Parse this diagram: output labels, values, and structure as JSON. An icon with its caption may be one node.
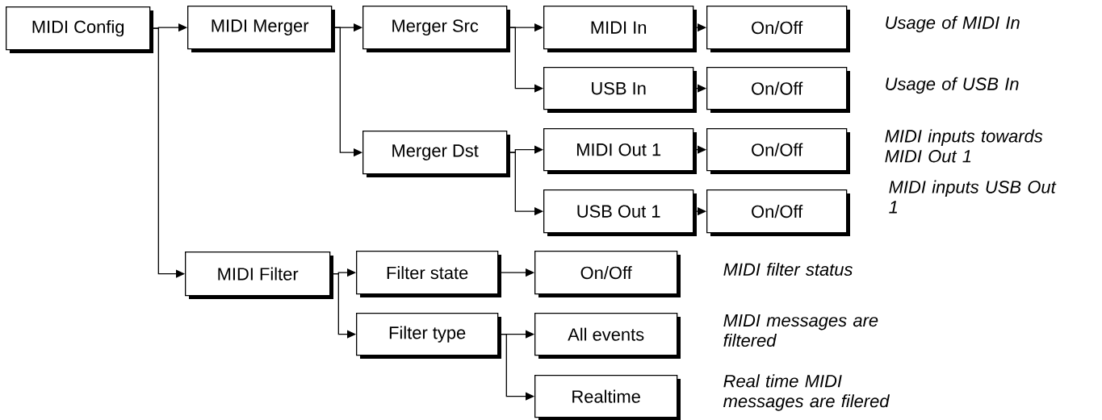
{
  "diagram": {
    "nodes": [
      {
        "text": [
          "MIDI Config"
        ]
      },
      {
        "text": [
          "MIDI Merger"
        ]
      },
      {
        "text": [
          "Merger Src"
        ]
      },
      {
        "text": [
          "MIDI In"
        ]
      },
      {
        "text": [
          "On/Off"
        ],
        "beside": [
          "Usage of MIDI In"
        ]
      },
      {
        "text": [
          "USB In"
        ]
      },
      {
        "text": [
          "On/Off"
        ],
        "beside": [
          "Usage of USB In"
        ]
      },
      {
        "text": [
          "Merger Dst"
        ]
      },
      {
        "text": [
          "MIDI Out 1"
        ]
      },
      {
        "text": [
          "On/Off"
        ],
        "beside": [
          "MIDI inputs towards MIDI Out 1"
        ]
      },
      {
        "text": [
          "USB Out 1"
        ]
      },
      {
        "text": [
          "On/Off"
        ],
        "beside": [
          "MIDI inputs USB Out 1"
        ]
      },
      {
        "text": [
          "MIDI Filter"
        ]
      },
      {
        "text": [
          "Filter state"
        ]
      },
      {
        "text": [
          "On/Off"
        ],
        "beside": [
          "MIDI filter status"
        ]
      },
      {
        "text": [
          "Filter type"
        ]
      },
      {
        "text": [
          "All events"
        ],
        "beside": [
          "MIDI messages are filtered"
        ]
      },
      {
        "text": [
          "Realtime"
        ],
        "beside": [
          "Real time MIDI messages are filered"
        ]
      }
    ],
    "edges": [
      {
        "from": 0,
        "to": 1,
        "arrow": "to"
      },
      {
        "from": 0,
        "to": 12,
        "arrow": "to"
      },
      {
        "from": 1,
        "to": 2,
        "arrow": "to"
      },
      {
        "from": 1,
        "to": 7,
        "arrow": "to"
      },
      {
        "from": 2,
        "to": 3,
        "arrow": "to"
      },
      {
        "from": 2,
        "to": 5,
        "arrow": "to"
      },
      {
        "from": 3,
        "to": 4,
        "arrow": "to"
      },
      {
        "from": 5,
        "to": 6,
        "arrow": "to"
      },
      {
        "from": 7,
        "to": 8,
        "arrow": "to"
      },
      {
        "from": 7,
        "to": 10,
        "arrow": "to"
      },
      {
        "from": 8,
        "to": 9,
        "arrow": "to"
      },
      {
        "from": 10,
        "to": 11,
        "arrow": "to"
      },
      {
        "from": 12,
        "to": 13,
        "arrow": "to"
      },
      {
        "from": 12,
        "to": 15,
        "arrow": "to"
      },
      {
        "from": 13,
        "to": 14,
        "arrow": "to"
      },
      {
        "from": 15,
        "to": 16,
        "arrow": "to"
      },
      {
        "from": 15,
        "to": 17,
        "arrow": "to"
      }
    ]
  }
}
